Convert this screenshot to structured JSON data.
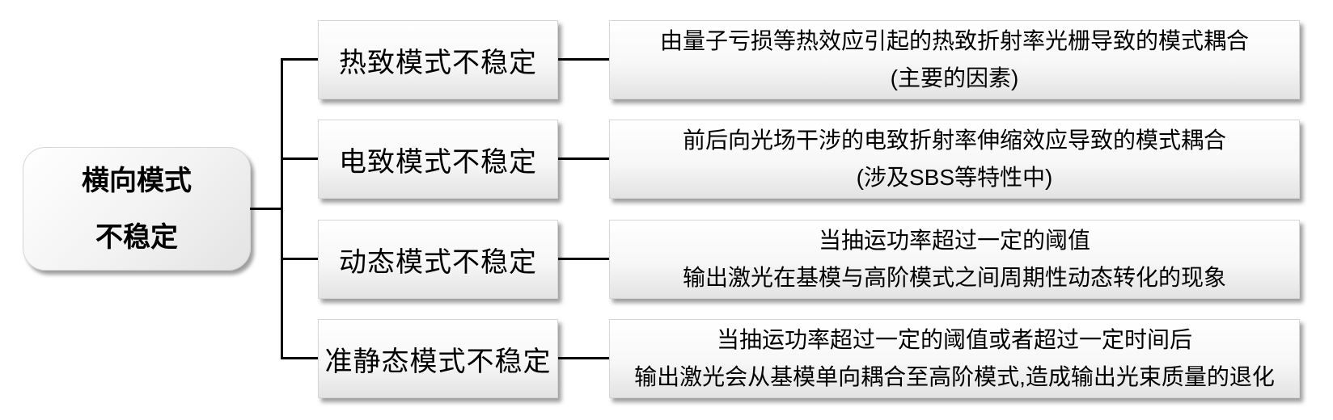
{
  "title": "横向模式不稳定分类图",
  "root": {
    "line1": "横向模式",
    "line2": "不稳定"
  },
  "branches": [
    {
      "label": "热致模式不稳定",
      "desc_line1": "由量子亏损等热效应引起的热致折射率光栅导致的模式耦合",
      "desc_line2": "(主要的因素)"
    },
    {
      "label": "电致模式不稳定",
      "desc_line1": "前后向光场干涉的电致折射率伸缩效应导致的模式耦合",
      "desc_line2": "(涉及SBS等特性中)"
    },
    {
      "label": "动态模式不稳定",
      "desc_line1": "当抽运功率超过一定的阈值",
      "desc_line2": "输出激光在基模与高阶模式之间周期性动态转化的现象"
    },
    {
      "label": "准静态模式不稳定",
      "desc_line1": "当抽运功率超过一定的阈值或者超过一定时间后",
      "desc_line2": "输出激光会从基模单向耦合至高阶模式,造成输出光束质量的退化"
    }
  ],
  "colors": {
    "line-color": "#000000",
    "box-border": "#d6d6d6",
    "box-top": "#ffffff",
    "box-bottom": "#e3e3e3"
  }
}
